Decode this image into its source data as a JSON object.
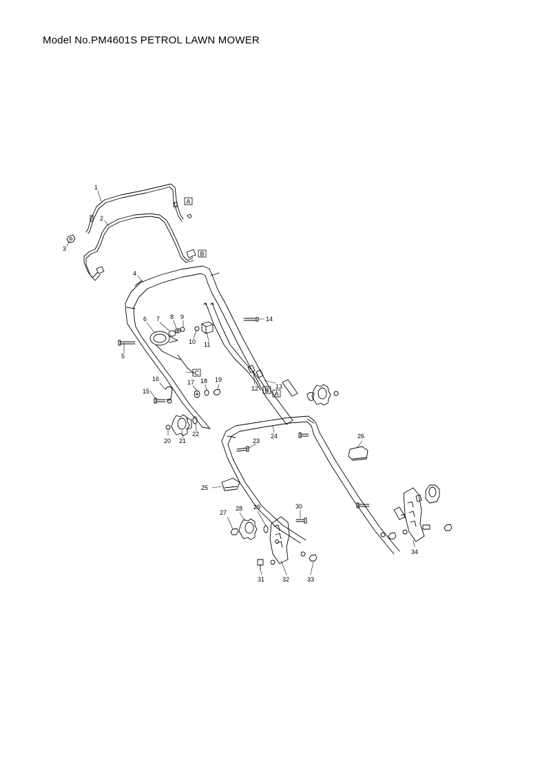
{
  "title": "Model No.PM4601S PETROL LAWN MOWER",
  "callouts": [
    {
      "id": "1",
      "text": "1"
    },
    {
      "id": "2",
      "text": "2"
    },
    {
      "id": "3",
      "text": "3"
    },
    {
      "id": "4",
      "text": "4"
    },
    {
      "id": "5",
      "text": "5"
    },
    {
      "id": "6",
      "text": "6"
    },
    {
      "id": "7",
      "text": "7"
    },
    {
      "id": "8",
      "text": "8"
    },
    {
      "id": "9",
      "text": "9"
    },
    {
      "id": "10",
      "text": "10"
    },
    {
      "id": "11",
      "text": "11"
    },
    {
      "id": "12",
      "text": "12"
    },
    {
      "id": "13",
      "text": "13"
    },
    {
      "id": "14",
      "text": "14"
    },
    {
      "id": "15",
      "text": "15"
    },
    {
      "id": "16",
      "text": "16"
    },
    {
      "id": "17",
      "text": "17"
    },
    {
      "id": "18",
      "text": "18"
    },
    {
      "id": "19",
      "text": "19"
    },
    {
      "id": "20",
      "text": "20"
    },
    {
      "id": "21",
      "text": "21"
    },
    {
      "id": "22",
      "text": "22"
    },
    {
      "id": "23",
      "text": "23"
    },
    {
      "id": "24",
      "text": "24"
    },
    {
      "id": "25",
      "text": "25"
    },
    {
      "id": "26",
      "text": "26"
    },
    {
      "id": "27",
      "text": "27"
    },
    {
      "id": "28",
      "text": "28"
    },
    {
      "id": "29",
      "text": "29"
    },
    {
      "id": "30",
      "text": "30"
    },
    {
      "id": "31",
      "text": "31"
    },
    {
      "id": "32",
      "text": "32"
    },
    {
      "id": "33",
      "text": "33"
    },
    {
      "id": "34",
      "text": "34"
    }
  ],
  "refs": {
    "A": "A",
    "B": "B",
    "C": "C"
  }
}
